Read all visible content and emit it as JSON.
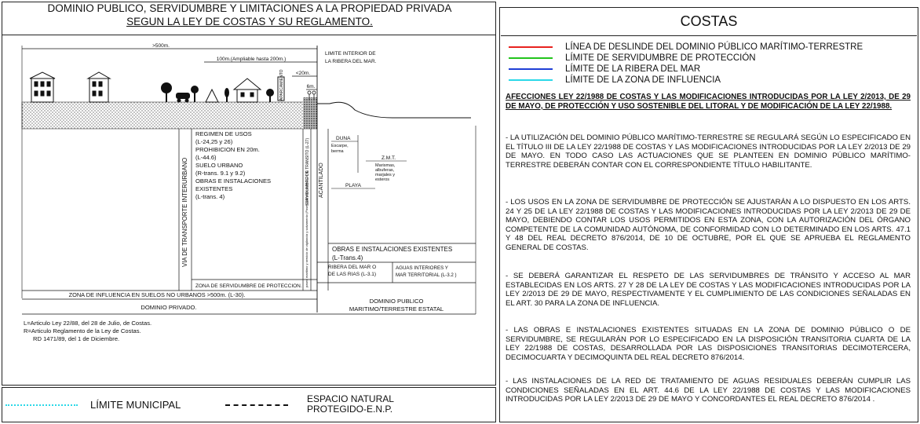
{
  "left_title": {
    "line1": "DOMINIO PUBLICO, SERVIDUMBRE Y LIMITACIONES A LA PROPIEDAD PRIVADA",
    "line2": "SEGUN LA LEY DE COSTAS Y SU REGLAMENTO."
  },
  "right_title": "COSTAS",
  "diagram": {
    "dim_500": ">500m.",
    "dim_100": "100m.(Ampliable hasta 200m.)",
    "dim_20": "<20m.",
    "dim_6": "6m.",
    "limite_interior": [
      "LIMITE INTERIOR DE",
      "LA RIBERA DEL MAR."
    ],
    "aparcamiento": "APARCAMIENTO",
    "regimen": [
      "REGIMEN DE USOS",
      "(L-24,25 y 26)",
      "PROHIBICION EN 20m.",
      "(L-44.6)",
      "SUELO URBANO",
      "(R-trans. 9.1 y 9.2)",
      "OBRAS E INSTALACIONES",
      "EXISTENTES",
      "(L-trans. 4)"
    ],
    "via": "VIA DE TRANSPORTE INTERURBANO",
    "servidumbre_transito": "SERVIDUMBRE DE TRANSITO (L-27)",
    "paseo": "paseo maritimo y servicio de vigilancia y salvamento (Paseo maritimo sobre L-28 R)",
    "acantilado": "ACANTILADO",
    "duna": "DUNA",
    "escarpe": [
      "Escarpe,",
      "berma"
    ],
    "zmt": "Z.M.T.",
    "marismas": [
      "Marismas,",
      "albuferas,",
      "marjales y",
      "esteros"
    ],
    "playa": "PLAYA",
    "obras_existentes": [
      "OBRAS E INSTALACIONES EXISTENTES",
      "(L-Trans.4)"
    ],
    "ribera": [
      "RIBERA DEL MAR O",
      "DE LAS RIAS (L-3.1)"
    ],
    "aguas": [
      "AGUAS INTERIORES Y",
      "MAR TERRITORIAL (L-3.2 )"
    ],
    "zona_servidumbre": "ZONA DE SERVIDUMBRE DE PROTECCION.",
    "zona_influencia": "ZONA DE INFLUENCIA EN SUELOS NO URBANOS >500m. (L-30).",
    "dominio_privado": "DOMINIO PRIVADO.",
    "dominio_publico": [
      "DOMINIO PUBLICO",
      "MARITIMO/TERRESTRE ESTATAL"
    ],
    "notes": [
      "L=Articulo Ley 22/88, del 28 de Julio, de Costas.",
      "R=Articulo Reglamento de la Ley de Costas.",
      "RD 1471/89, del 1 de Diciembre."
    ]
  },
  "bottom_legend": {
    "municipal": "LÍMITE MUNICIPAL",
    "enp": [
      "ESPACIO NATURAL",
      "PROTEGIDO-E.N.P."
    ]
  },
  "legend": [
    {
      "label": "LÍNEA DE DESLINDE DEL DOMINIO PÚBLICO MARÍTIMO-TERRESTRE",
      "color": "#e8231f"
    },
    {
      "label": "LÍMITE DE SERVIDUMBRE DE PROTECCIÓN",
      "color": "#22c41c"
    },
    {
      "label": "LÍMITE DE LA RIBERA DEL MAR",
      "color": "#1f3fd6"
    },
    {
      "label": "LÍMITE DE LA ZONA DE INFLUENCIA",
      "color": "#2bd8e8"
    }
  ],
  "heading": "AFECCIONES LEY 22/1988 DE COSTAS Y LAS MODIFICACIONES INTRODUCIDAS POR LA LEY 2/2013, DE 29 DE MAYO, DE PROTECCIÓN Y USO SOSTENIBLE DEL LITORAL Y DE MODIFICACIÓN DE LA LEY 22/1988.",
  "paragraphs": [
    "- LA UTILIZACIÓN DEL DOMINIO PÚBLICO MARÍTIMO-TERRESTRE SE REGULARÁ SEGÚN LO ESPECIFICADO EN EL TÍTULO III DE LA LEY 22/1988 DE COSTAS Y LAS MODIFICACIONES INTRODUCIDAS POR LA LEY 2/2013 DE 29 DE MAYO. EN TODO CASO LAS ACTUACIONES QUE SE PLANTEEN EN DOMINIO PÚBLICO MARÍTIMO-TERRESTRE DEBERÁN CONTAR CON EL CORRESPONDIENTE TÍTULO HABILITANTE.",
    "- LOS USOS EN LA ZONA DE SERVIDUMBRE DE PROTECCIÓN SE AJUSTARÁN A LO DISPUESTO EN LOS ARTS. 24 Y 25 DE LA LEY 22/1988 DE COSTAS Y LAS MODIFICACIONES INTRODUCIDAS POR LA LEY 2/2013 DE 29 DE MAYO, DEBIENDO CONTAR LOS USOS PERMITIDOS EN ESTA ZONA, CON LA AUTORIZACIÓN DEL ÓRGANO COMPETENTE DE LA COMUNIDAD AUTÓNOMA, DE CONFORMIDAD CON LO DETERMINADO EN LOS ARTS. 47.1 Y 48 DEL REAL DECRETO 876/2014, DE 10 DE OCTUBRE, POR EL QUE SE APRUEBA EL REGLAMENTO GENERAL DE COSTAS.",
    "- SE DEBERÁ GARANTIZAR EL RESPETO DE LAS SERVIDUMBRES DE TRÁNSITO Y ACCESO AL MAR ESTABLECIDAS EN LOS ARTS. 27 Y 28 DE LA LEY DE COSTAS Y LAS MODIFICACIONES INTRODUCIDAS POR LA LEY 2/2013 DE 29 DE MAYO, RESPECTIVAMENTE Y EL CUMPLIMIENTO DE LAS CONDICIONES SEÑALADAS EN EL ART. 30 PARA LA ZONA DE INFLUENCIA.",
    "- LAS OBRAS E INSTALACIONES EXISTENTES SITUADAS EN LA ZONA DE DOMINIO PÚBLICO O DE SERVIDUMBRE, SE REGULARÁN POR LO ESPECIFICADO EN LA DISPOSICIÓN TRANSITORIA CUARTA DE LA LEY 22/1988 DE COSTAS, DESARROLLADA POR LAS DISPOSICIONES TRANSITORIAS DECIMOTERCERA, DECIMOCUARTA Y DECIMOQUINTA DEL REAL DECRETO 876/2014.",
    "- LAS INSTALACIONES DE LA RED DE TRATAMIENTO DE AGUAS RESIDUALES DEBERÁN CUMPLIR LAS CONDICIONES SEÑALADAS EN EL ART. 44.6 DE LA LEY 22/1988 DE COSTAS Y LAS MODIFICACIONES INTRODUCIDAS POR LA LEY 2/2013 DE 29 DE MAYO Y CONCORDANTES EL REAL DECRETO 876/2014 ."
  ]
}
